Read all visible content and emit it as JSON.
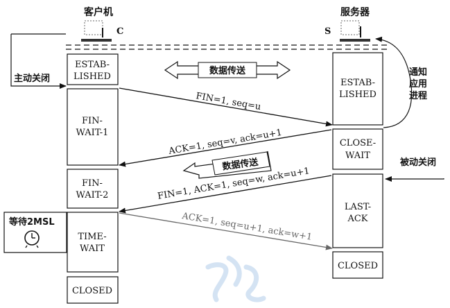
{
  "hosts": {
    "client": {
      "name": "客户机",
      "letter": "C"
    },
    "server": {
      "name": "服务器",
      "letter": "S"
    }
  },
  "client_states": [
    {
      "id": "established",
      "lines": [
        "ESTAB-",
        "LISHED"
      ]
    },
    {
      "id": "fin-wait-1",
      "lines": [
        "FIN-",
        "WAIT-1"
      ]
    },
    {
      "id": "fin-wait-2",
      "lines": [
        "FIN-",
        "WAIT-2"
      ]
    },
    {
      "id": "time-wait",
      "lines": [
        "TIME-",
        "WAIT"
      ]
    },
    {
      "id": "closed",
      "lines": [
        "CLOSED"
      ]
    }
  ],
  "server_states": [
    {
      "id": "established",
      "lines": [
        "ESTAB-",
        "LISHED"
      ]
    },
    {
      "id": "close-wait",
      "lines": [
        "CLOSE-",
        "WAIT"
      ]
    },
    {
      "id": "last-ack",
      "lines": [
        "LAST-",
        "ACK"
      ]
    },
    {
      "id": "closed",
      "lines": [
        "CLOSED"
      ]
    }
  ],
  "segments": [
    {
      "id": "fin1",
      "text": "FIN=1, seq=u"
    },
    {
      "id": "ack1",
      "text": "ACK=1, seq=v, ack=u+1"
    },
    {
      "id": "fin2",
      "text": "FIN=1, ACK=1, seq=w, ack=u+1"
    },
    {
      "id": "ack2",
      "text": "ACK=1, seq=u+1, ack=w+1"
    }
  ],
  "data_transfer_label": "数据传送",
  "labels": {
    "active_close": "主动关闭",
    "passive_close": "被动关闭",
    "notify_app": [
      "通知",
      "应用",
      "进程"
    ],
    "wait_2msl": "等待2MSL"
  },
  "colors": {
    "ink": "#111111",
    "ack_faded": "#666666",
    "watermark": "#cfe0f2"
  }
}
